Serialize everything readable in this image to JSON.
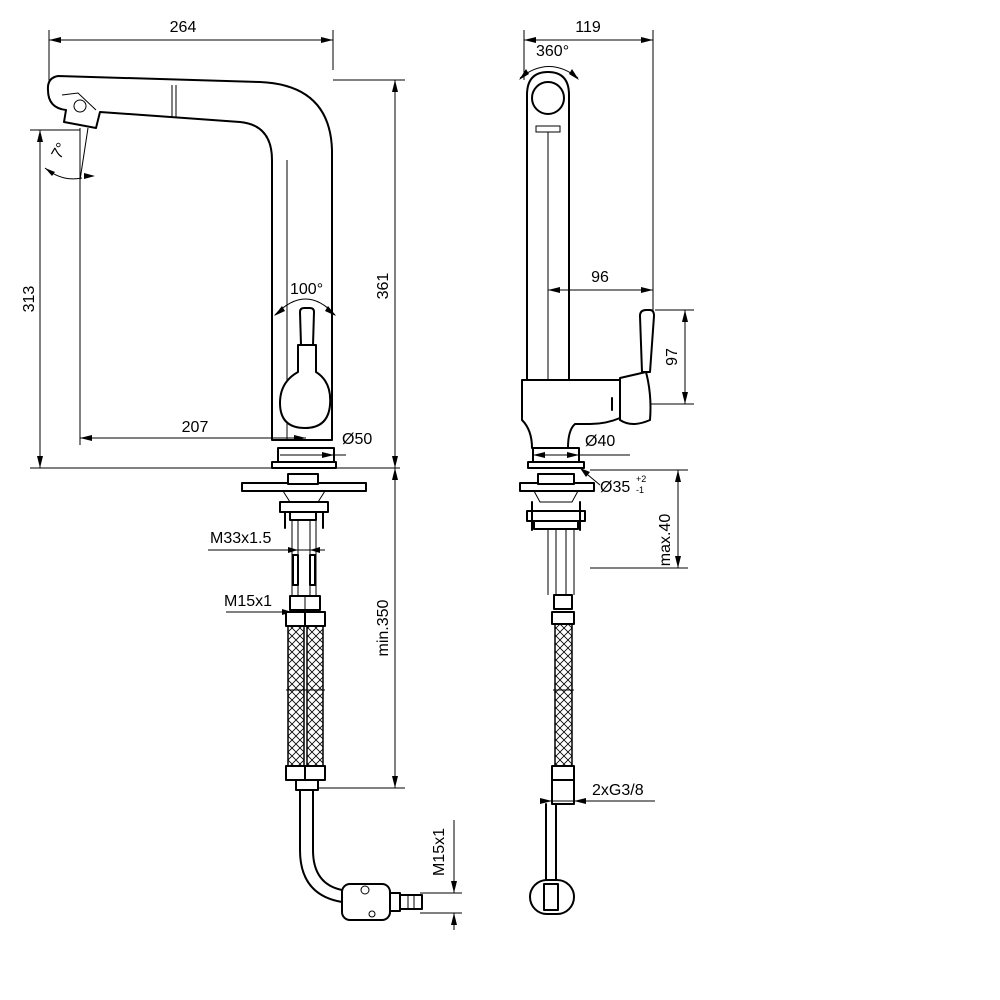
{
  "front_view": {
    "dims": {
      "width_264": "264",
      "angle_7": "7°",
      "height_313": "313",
      "height_361": "361",
      "angle_100": "100°",
      "reach_207": "207",
      "dia_50": "Ø50",
      "thread_m33": "M33x1.5",
      "thread_m15_top": "M15x1",
      "min_350": "min.350",
      "thread_m15_side": "M15x1"
    }
  },
  "side_view": {
    "dims": {
      "width_119": "119",
      "angle_360": "360°",
      "reach_96": "96",
      "height_97": "97",
      "dia_40": "Ø40",
      "dia_35": "Ø35",
      "tol_plus": "+2",
      "tol_minus": "-1",
      "max_40": "max.40",
      "thread_g38": "2xG3/8"
    }
  }
}
